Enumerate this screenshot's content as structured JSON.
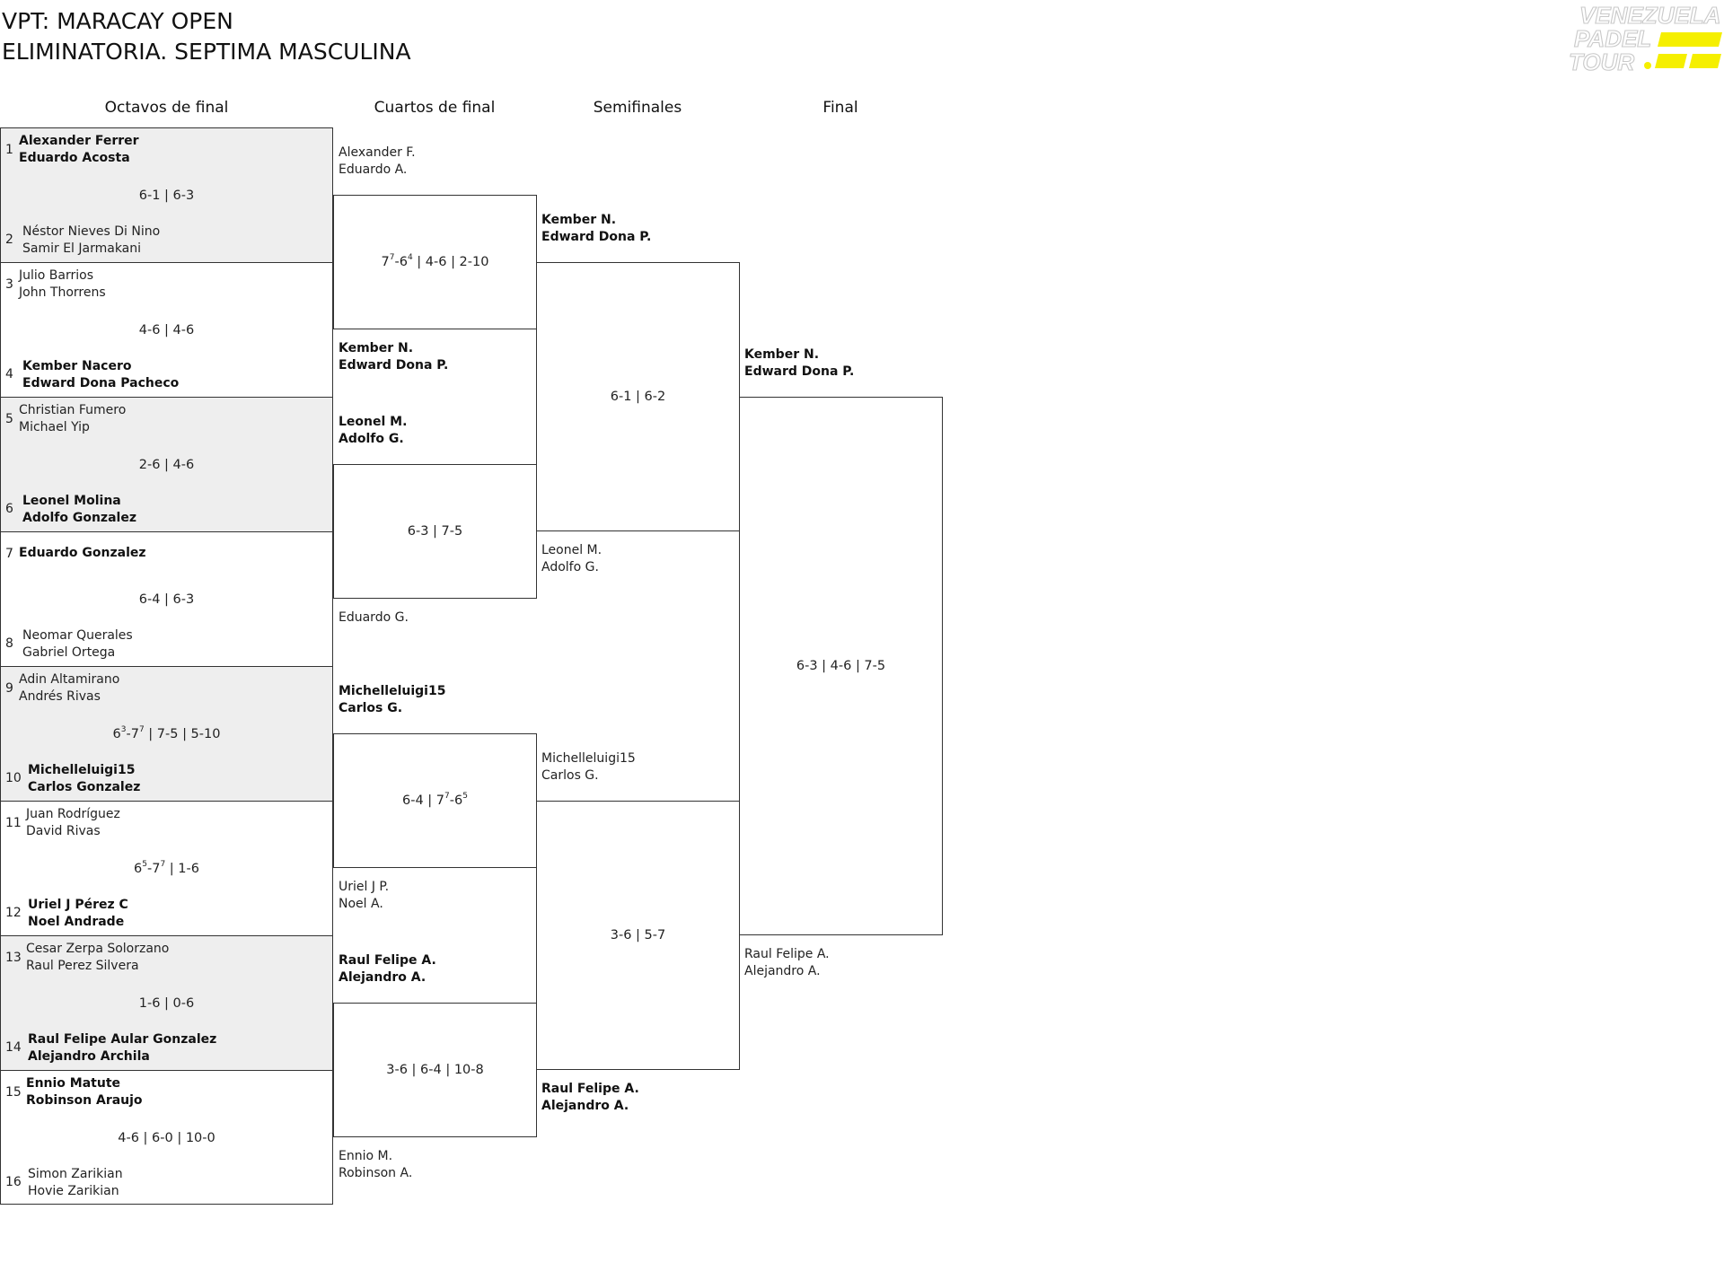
{
  "title": {
    "line1": "VPT: MARACAY OPEN",
    "line2": "ELIMINATORIA. SEPTIMA MASCULINA"
  },
  "logo": {
    "lines": [
      "VENEZUELA",
      "PADEL",
      "TOUR"
    ],
    "accent": "#f5ef00"
  },
  "rounds": [
    "Octavos de final",
    "Cuartos de final",
    "Semifinales",
    "Final"
  ],
  "octavos": [
    {
      "top": {
        "seed": "1",
        "p1": "Alexander Ferrer",
        "p2": "Eduardo Acosta",
        "win": true
      },
      "bottom": {
        "seed": "2",
        "p1": "Néstor Nieves Di Nino",
        "p2": "Samir El Jarmakani",
        "win": false
      },
      "score": [
        {
          "t": "6-1 | 6-3"
        }
      ]
    },
    {
      "top": {
        "seed": "3",
        "p1": "Julio Barrios",
        "p2": "John Thorrens",
        "win": false
      },
      "bottom": {
        "seed": "4",
        "p1": "Kember Nacero",
        "p2": "Edward Dona Pacheco",
        "win": true
      },
      "score": [
        {
          "t": "4-6 | 4-6"
        }
      ]
    },
    {
      "top": {
        "seed": "5",
        "p1": "Christian Fumero",
        "p2": "Michael Yip",
        "win": false
      },
      "bottom": {
        "seed": "6",
        "p1": "Leonel Molina",
        "p2": "Adolfo Gonzalez",
        "win": true
      },
      "score": [
        {
          "t": "2-6 | 4-6"
        }
      ]
    },
    {
      "top": {
        "seed": "7",
        "p1": "Eduardo Gonzalez",
        "p2": "",
        "win": true
      },
      "bottom": {
        "seed": "8",
        "p1": "Neomar Querales",
        "p2": "Gabriel Ortega",
        "win": false
      },
      "score": [
        {
          "t": "6-4 | 6-3"
        }
      ]
    },
    {
      "top": {
        "seed": "9",
        "p1": "Adin Altamirano",
        "p2": "Andrés Rivas",
        "win": false
      },
      "bottom": {
        "seed": "10",
        "p1": "Michelleluigi15",
        "p2": "Carlos Gonzalez",
        "win": true
      },
      "score": [
        {
          "t": "6"
        },
        {
          "s": "3"
        },
        {
          "t": "-7"
        },
        {
          "s": "7"
        },
        {
          "t": " | 7-5 | 5-10"
        }
      ]
    },
    {
      "top": {
        "seed": "11",
        "p1": "Juan Rodríguez",
        "p2": "David Rivas",
        "win": false
      },
      "bottom": {
        "seed": "12",
        "p1": "Uriel J Pérez C",
        "p2": "Noel Andrade",
        "win": true
      },
      "score": [
        {
          "t": "6"
        },
        {
          "s": "5"
        },
        {
          "t": "-7"
        },
        {
          "s": "7"
        },
        {
          "t": " | 1-6"
        }
      ]
    },
    {
      "top": {
        "seed": "13",
        "p1": "Cesar Zerpa Solorzano",
        "p2": "Raul Perez Silvera",
        "win": false
      },
      "bottom": {
        "seed": "14",
        "p1": "Raul Felipe Aular Gonzalez",
        "p2": "Alejandro Archila",
        "win": true
      },
      "score": [
        {
          "t": "1-6 | 0-6"
        }
      ]
    },
    {
      "top": {
        "seed": "15",
        "p1": "Ennio Matute",
        "p2": "Robinson Araujo",
        "win": true
      },
      "bottom": {
        "seed": "16",
        "p1": "Simon Zarikian",
        "p2": "Hovie Zarikian",
        "win": false
      },
      "score": [
        {
          "t": "4-6 | 6-0 | 10-0"
        }
      ]
    }
  ],
  "cuartos": [
    {
      "top": {
        "p1": "Alexander F.",
        "p2": "Eduardo A.",
        "win": false
      },
      "bottom": {
        "p1": "Kember N.",
        "p2": "Edward Dona P.",
        "win": true
      },
      "score": [
        {
          "t": "7"
        },
        {
          "s": "7"
        },
        {
          "t": "-6"
        },
        {
          "s": "4"
        },
        {
          "t": " | 4-6 | 2-10"
        }
      ]
    },
    {
      "top": {
        "p1": "Leonel M.",
        "p2": "Adolfo G.",
        "win": true
      },
      "bottom": {
        "p1": "Eduardo G.",
        "p2": "",
        "win": false
      },
      "score": [
        {
          "t": "6-3 | 7-5"
        }
      ]
    },
    {
      "top": {
        "p1": "Michelleluigi15",
        "p2": "Carlos G.",
        "win": true
      },
      "bottom": {
        "p1": "Uriel J P.",
        "p2": "Noel A.",
        "win": false
      },
      "score": [
        {
          "t": "6-4 | 7"
        },
        {
          "s": "7"
        },
        {
          "t": "-6"
        },
        {
          "s": "5"
        }
      ]
    },
    {
      "top": {
        "p1": "Raul Felipe A.",
        "p2": "Alejandro A.",
        "win": true
      },
      "bottom": {
        "p1": "Ennio M.",
        "p2": "Robinson A.",
        "win": false
      },
      "score": [
        {
          "t": "3-6 | 6-4 | 10-8"
        }
      ]
    }
  ],
  "semis": [
    {
      "top": {
        "p1": "Kember N.",
        "p2": "Edward Dona P.",
        "win": true
      },
      "bottom": {
        "p1": "Leonel M.",
        "p2": "Adolfo G.",
        "win": false
      },
      "score": [
        {
          "t": "6-1 | 6-2"
        }
      ]
    },
    {
      "top": {
        "p1": "Michelleluigi15",
        "p2": "Carlos G.",
        "win": false
      },
      "bottom": {
        "p1": "Raul Felipe A.",
        "p2": "Alejandro A.",
        "win": true
      },
      "score": [
        {
          "t": "3-6 | 5-7"
        }
      ]
    }
  ],
  "final": {
    "top": {
      "p1": "Kember N.",
      "p2": "Edward Dona P.",
      "win": true
    },
    "bottom": {
      "p1": "Raul Felipe A.",
      "p2": "Alejandro A.",
      "win": false
    },
    "score": [
      {
        "t": "6-3 | 4-6 | 7-5"
      }
    ]
  }
}
